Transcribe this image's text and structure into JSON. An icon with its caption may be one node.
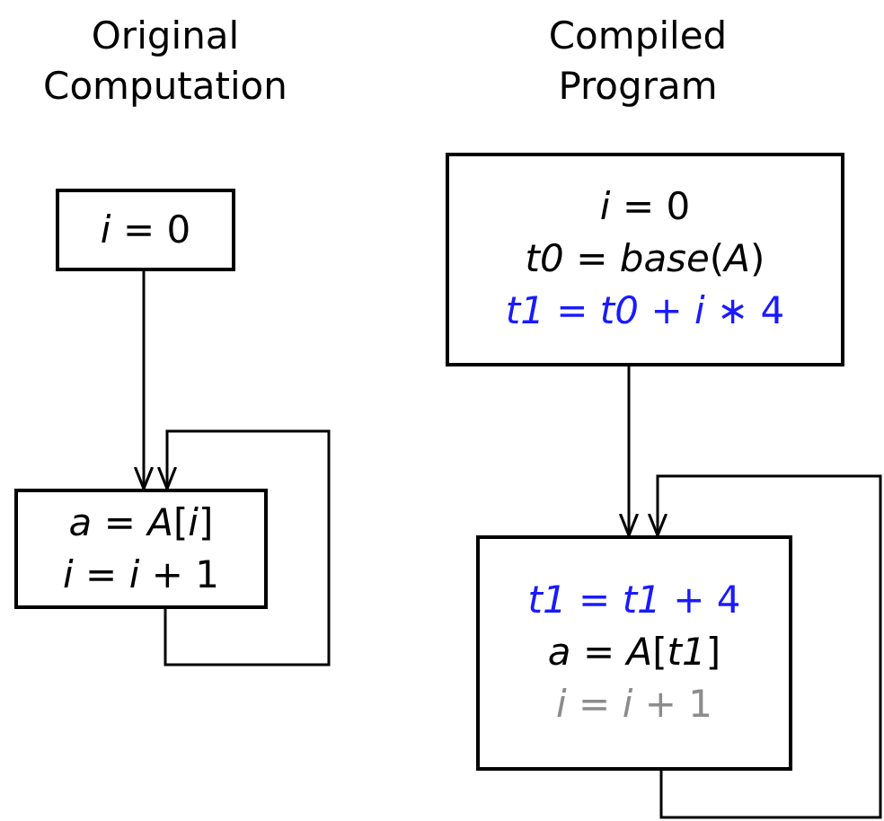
{
  "diagram": {
    "nodes": [
      {
        "text": [
          "*i* = 0"
        ]
      },
      {
        "text": [
          "*a* = *A*[*i*]",
          "*i* = *i* + 1"
        ]
      },
      {
        "text": [
          "*i* = 0",
          "*t0* = *base*(*A*)",
          "*t1* = *t0* + *i* ∗ 4"
        ]
      },
      {
        "text": [
          "*t1* = *t1* + 4",
          "*a* = *A*[*t1*]",
          "*i* = *i* + 1"
        ]
      }
    ],
    "edges": [
      {
        "from": 0,
        "to": 1,
        "arrow": "to"
      },
      {
        "from": 1,
        "to": 1,
        "arrow": "to"
      },
      {
        "from": 2,
        "to": 3,
        "arrow": "to"
      },
      {
        "from": 3,
        "to": 3,
        "arrow": "to"
      }
    ],
    "labels": [
      "Original Computation",
      "Compiled Program"
    ]
  }
}
